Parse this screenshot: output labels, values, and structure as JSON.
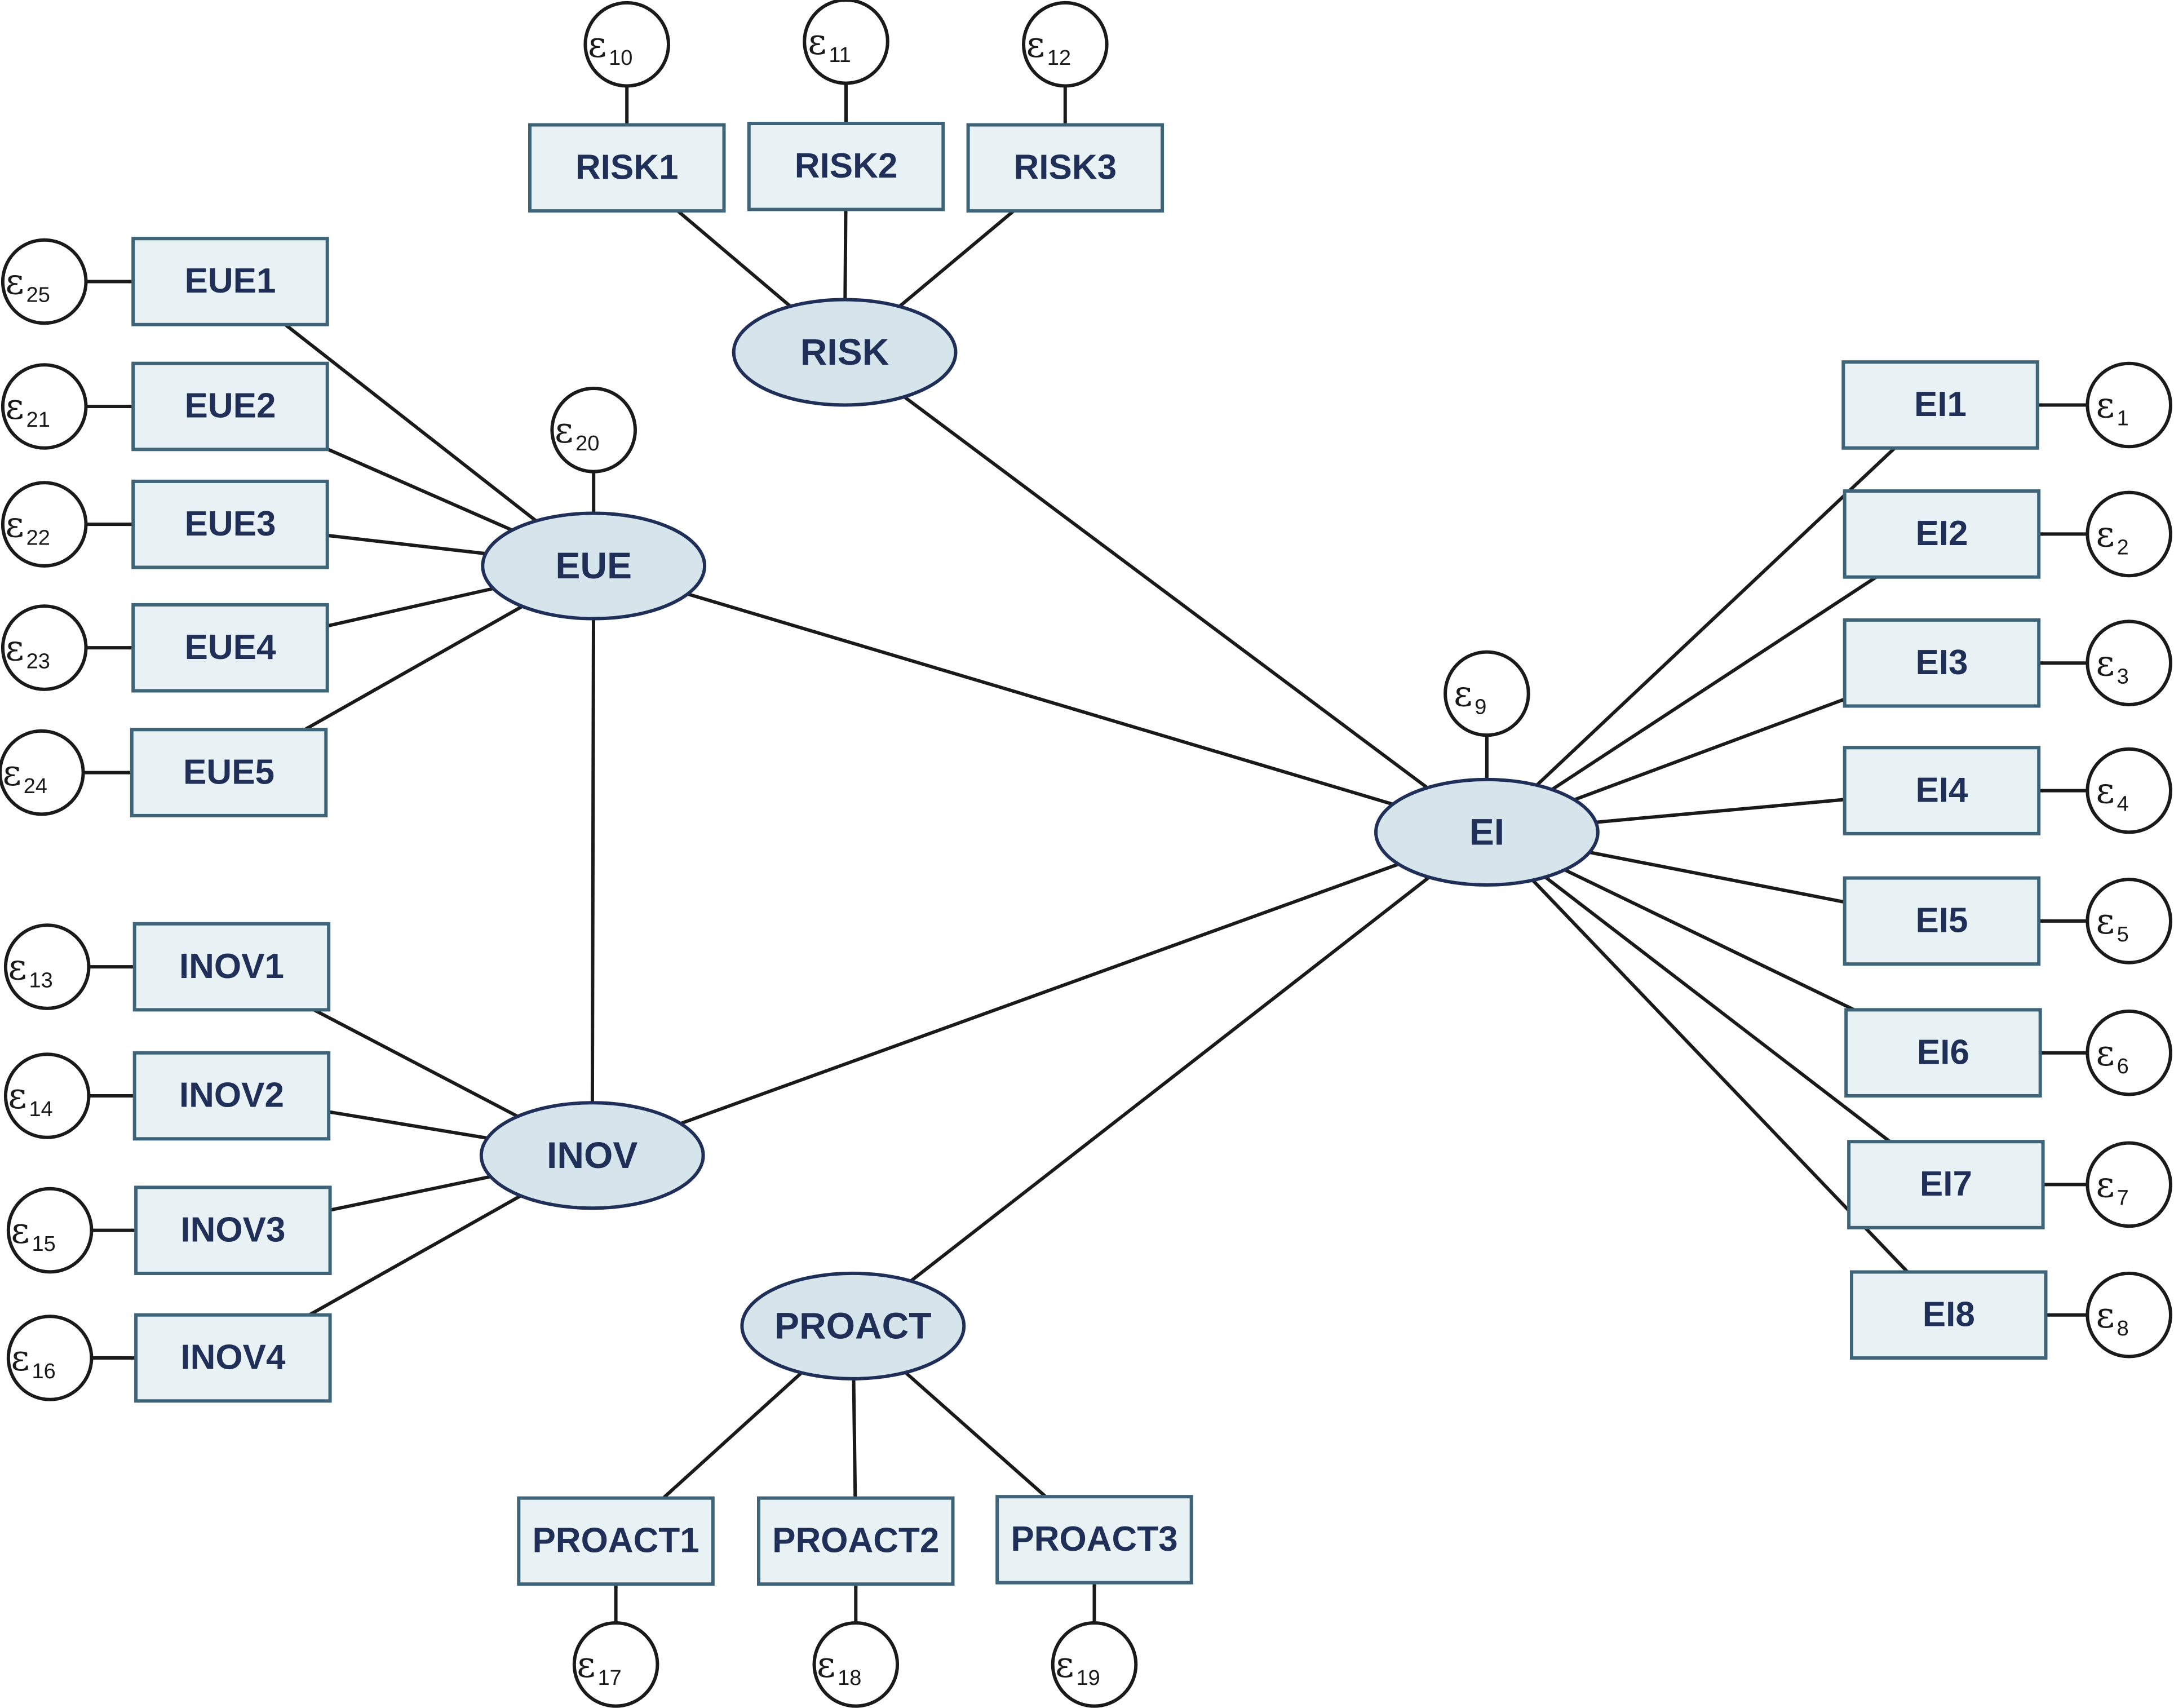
{
  "diagram": {
    "type": "structural-equation-model",
    "error_symbol": "ε",
    "latents": [
      {
        "id": "RISK",
        "label": "RISK"
      },
      {
        "id": "EUE",
        "label": "EUE"
      },
      {
        "id": "INOV",
        "label": "INOV"
      },
      {
        "id": "PROACT",
        "label": "PROACT"
      },
      {
        "id": "EI",
        "label": "EI"
      }
    ],
    "indicators": [
      {
        "id": "RISK1",
        "label": "RISK1",
        "latent": "RISK",
        "error": "10"
      },
      {
        "id": "RISK2",
        "label": "RISK2",
        "latent": "RISK",
        "error": "11"
      },
      {
        "id": "RISK3",
        "label": "RISK3",
        "latent": "RISK",
        "error": "12"
      },
      {
        "id": "EUE1",
        "label": "EUE1",
        "latent": "EUE",
        "error": "25"
      },
      {
        "id": "EUE2",
        "label": "EUE2",
        "latent": "EUE",
        "error": "21"
      },
      {
        "id": "EUE3",
        "label": "EUE3",
        "latent": "EUE",
        "error": "22"
      },
      {
        "id": "EUE4",
        "label": "EUE4",
        "latent": "EUE",
        "error": "23"
      },
      {
        "id": "EUE5",
        "label": "EUE5",
        "latent": "EUE",
        "error": "24"
      },
      {
        "id": "INOV1",
        "label": "INOV1",
        "latent": "INOV",
        "error": "13"
      },
      {
        "id": "INOV2",
        "label": "INOV2",
        "latent": "INOV",
        "error": "14"
      },
      {
        "id": "INOV3",
        "label": "INOV3",
        "latent": "INOV",
        "error": "15"
      },
      {
        "id": "INOV4",
        "label": "INOV4",
        "latent": "INOV",
        "error": "16"
      },
      {
        "id": "PROACT1",
        "label": "PROACT1",
        "latent": "PROACT",
        "error": "17"
      },
      {
        "id": "PROACT2",
        "label": "PROACT2",
        "latent": "PROACT",
        "error": "18"
      },
      {
        "id": "PROACT3",
        "label": "PROACT3",
        "latent": "PROACT",
        "error": "19"
      },
      {
        "id": "EI1",
        "label": "EI1",
        "latent": "EI",
        "error": "1"
      },
      {
        "id": "EI2",
        "label": "EI2",
        "latent": "EI",
        "error": "2"
      },
      {
        "id": "EI3",
        "label": "EI3",
        "latent": "EI",
        "error": "3"
      },
      {
        "id": "EI4",
        "label": "EI4",
        "latent": "EI",
        "error": "4"
      },
      {
        "id": "EI5",
        "label": "EI5",
        "latent": "EI",
        "error": "5"
      },
      {
        "id": "EI6",
        "label": "EI6",
        "latent": "EI",
        "error": "6"
      },
      {
        "id": "EI7",
        "label": "EI7",
        "latent": "EI",
        "error": "7"
      },
      {
        "id": "EI8",
        "label": "EI8",
        "latent": "EI",
        "error": "8"
      }
    ],
    "latent_errors": [
      {
        "latent": "EUE",
        "error": "20"
      },
      {
        "latent": "EI",
        "error": "9"
      }
    ],
    "paths": [
      {
        "from": "RISK",
        "to": "EI"
      },
      {
        "from": "EUE",
        "to": "EI"
      },
      {
        "from": "INOV",
        "to": "EI"
      },
      {
        "from": "PROACT",
        "to": "EI"
      },
      {
        "from": "INOV",
        "to": "EUE"
      }
    ]
  }
}
